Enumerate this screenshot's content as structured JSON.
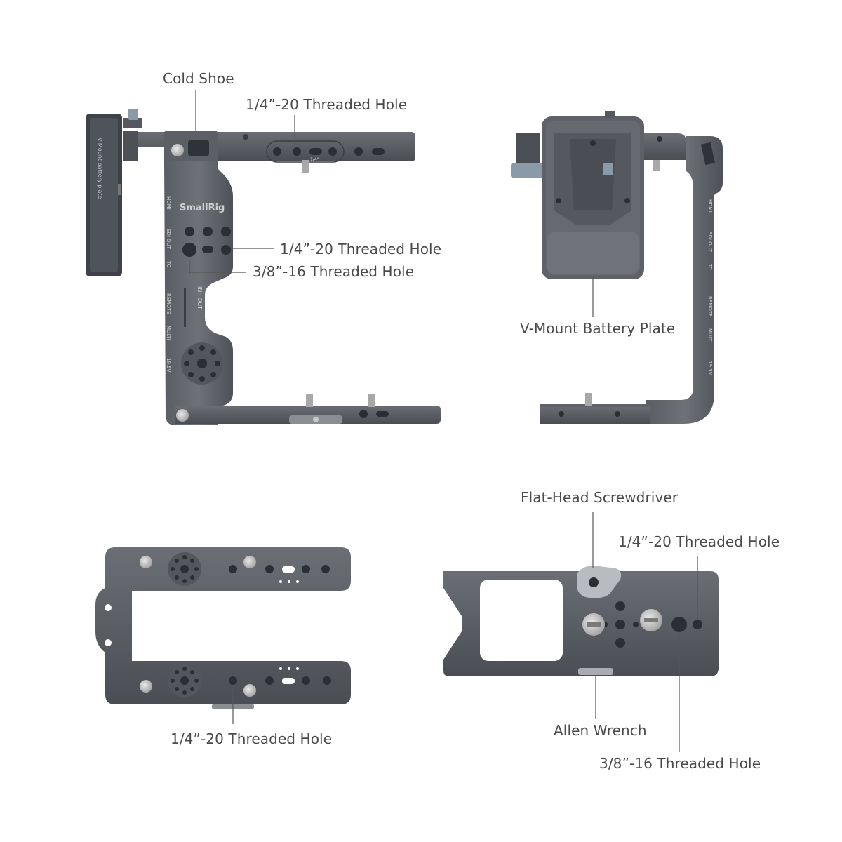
{
  "figure": {
    "top_left_view": {
      "labels": {
        "cold_shoe": "Cold Shoe",
        "top_threaded_hole": "1/4”-20 Threaded Hole",
        "side_quarter_hole": "1/4”-20 Threaded Hole",
        "side_three_eighths_hole": "3/8”-16 Threaded Hole"
      },
      "engraving": {
        "brand": "SmallRig",
        "plate_text": "V-Mount battery plate",
        "top_plate_mark": "1/4\"",
        "port_labels": [
          "HDMI",
          "SDI OUT",
          "TC",
          "REMOTE",
          "MULTI",
          "19.5V"
        ],
        "in_out": "IN · OUT"
      }
    },
    "top_right_view": {
      "labels": {
        "vmount_plate": "V-Mount Battery Plate"
      },
      "engraving": {
        "port_labels": [
          "HDMI",
          "SDI OUT",
          "TC",
          "REMOTE",
          "MULTI",
          "19.5V"
        ]
      }
    },
    "bottom_left_view": {
      "labels": {
        "bottom_threaded_hole": "1/4”-20 Threaded Hole"
      }
    },
    "bottom_right_view": {
      "labels": {
        "screwdriver": "Flat-Head Screwdriver",
        "quarter_hole": "1/4”-20 Threaded Hole",
        "allen_wrench": "Allen Wrench",
        "three_eighths_hole": "3/8”-16 Threaded Hole"
      }
    }
  }
}
